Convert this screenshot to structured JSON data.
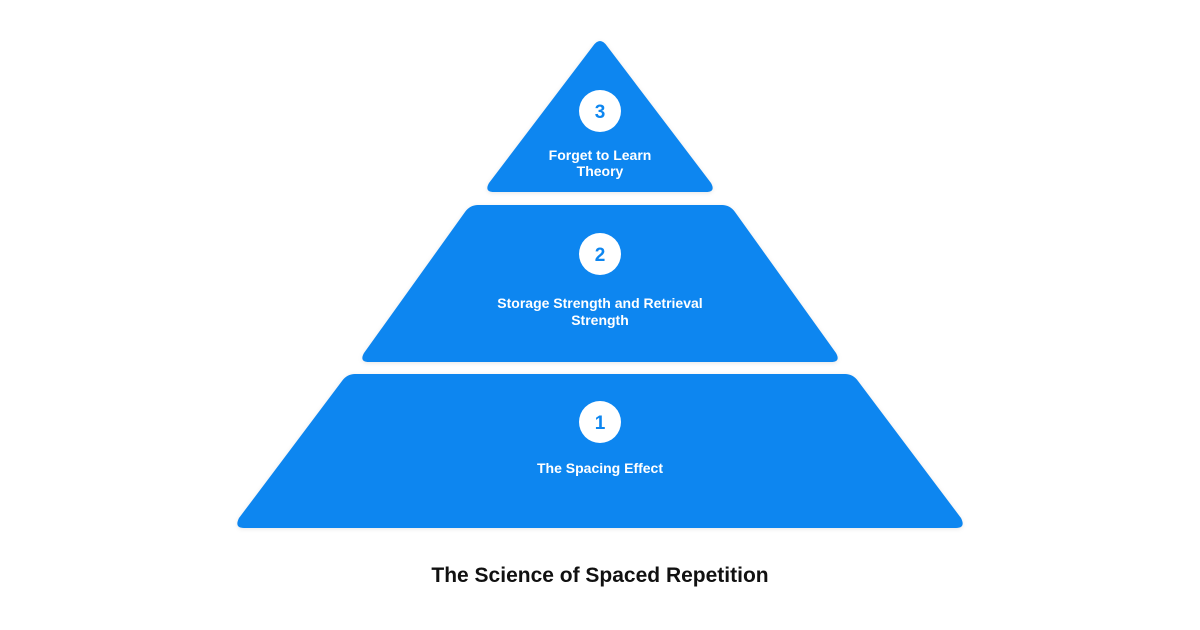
{
  "diagram": {
    "type": "pyramid",
    "title": "The Science of Spaced Repetition",
    "fill_color": "#0d86f0",
    "badge_color": "#ffffff",
    "tiers": [
      {
        "number": "1",
        "label_lines": [
          "The Spacing Effect"
        ]
      },
      {
        "number": "2",
        "label_lines": [
          "Storage Strength and Retrieval",
          "Strength"
        ]
      },
      {
        "number": "3",
        "label_lines": [
          "Forget to Learn",
          "Theory"
        ]
      }
    ]
  }
}
